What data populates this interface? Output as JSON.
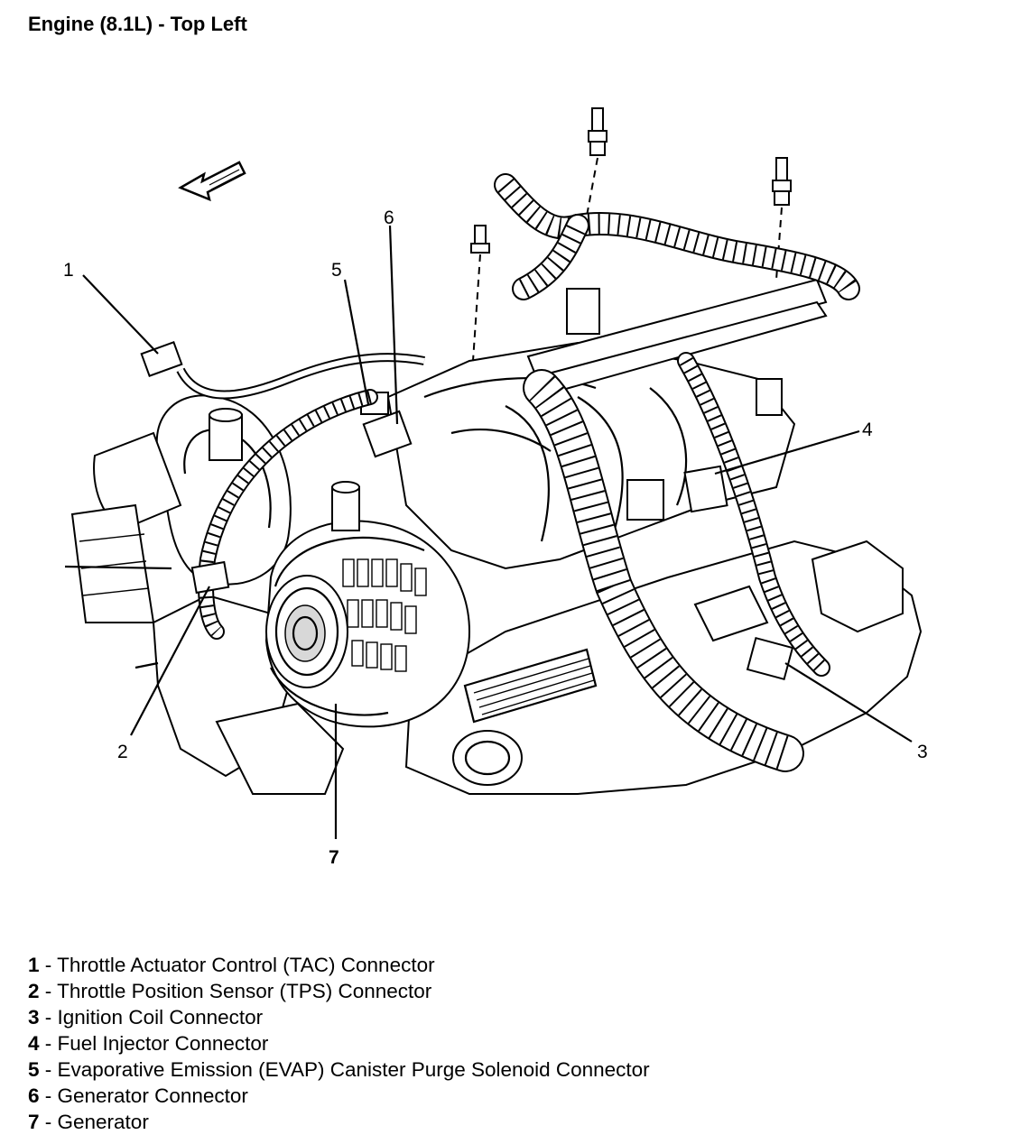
{
  "title": "Engine (8.1L) - Top Left",
  "callouts": {
    "c1": "1",
    "c2": "2",
    "c3": "3",
    "c4": "4",
    "c5": "5",
    "c6": "6",
    "c7": "7"
  },
  "legend": [
    {
      "number": "1",
      "text": " - Throttle Actuator Control (TAC) Connector"
    },
    {
      "number": "2",
      "text": " - Throttle Position Sensor (TPS) Connector"
    },
    {
      "number": "3",
      "text": " - Ignition Coil Connector"
    },
    {
      "number": "4",
      "text": " - Fuel Injector Connector"
    },
    {
      "number": "5",
      "text": " - Evaporative Emission (EVAP) Canister Purge Solenoid Connector"
    },
    {
      "number": "6",
      "text": " - Generator Connector"
    },
    {
      "number": "7",
      "text": " - Generator"
    }
  ]
}
